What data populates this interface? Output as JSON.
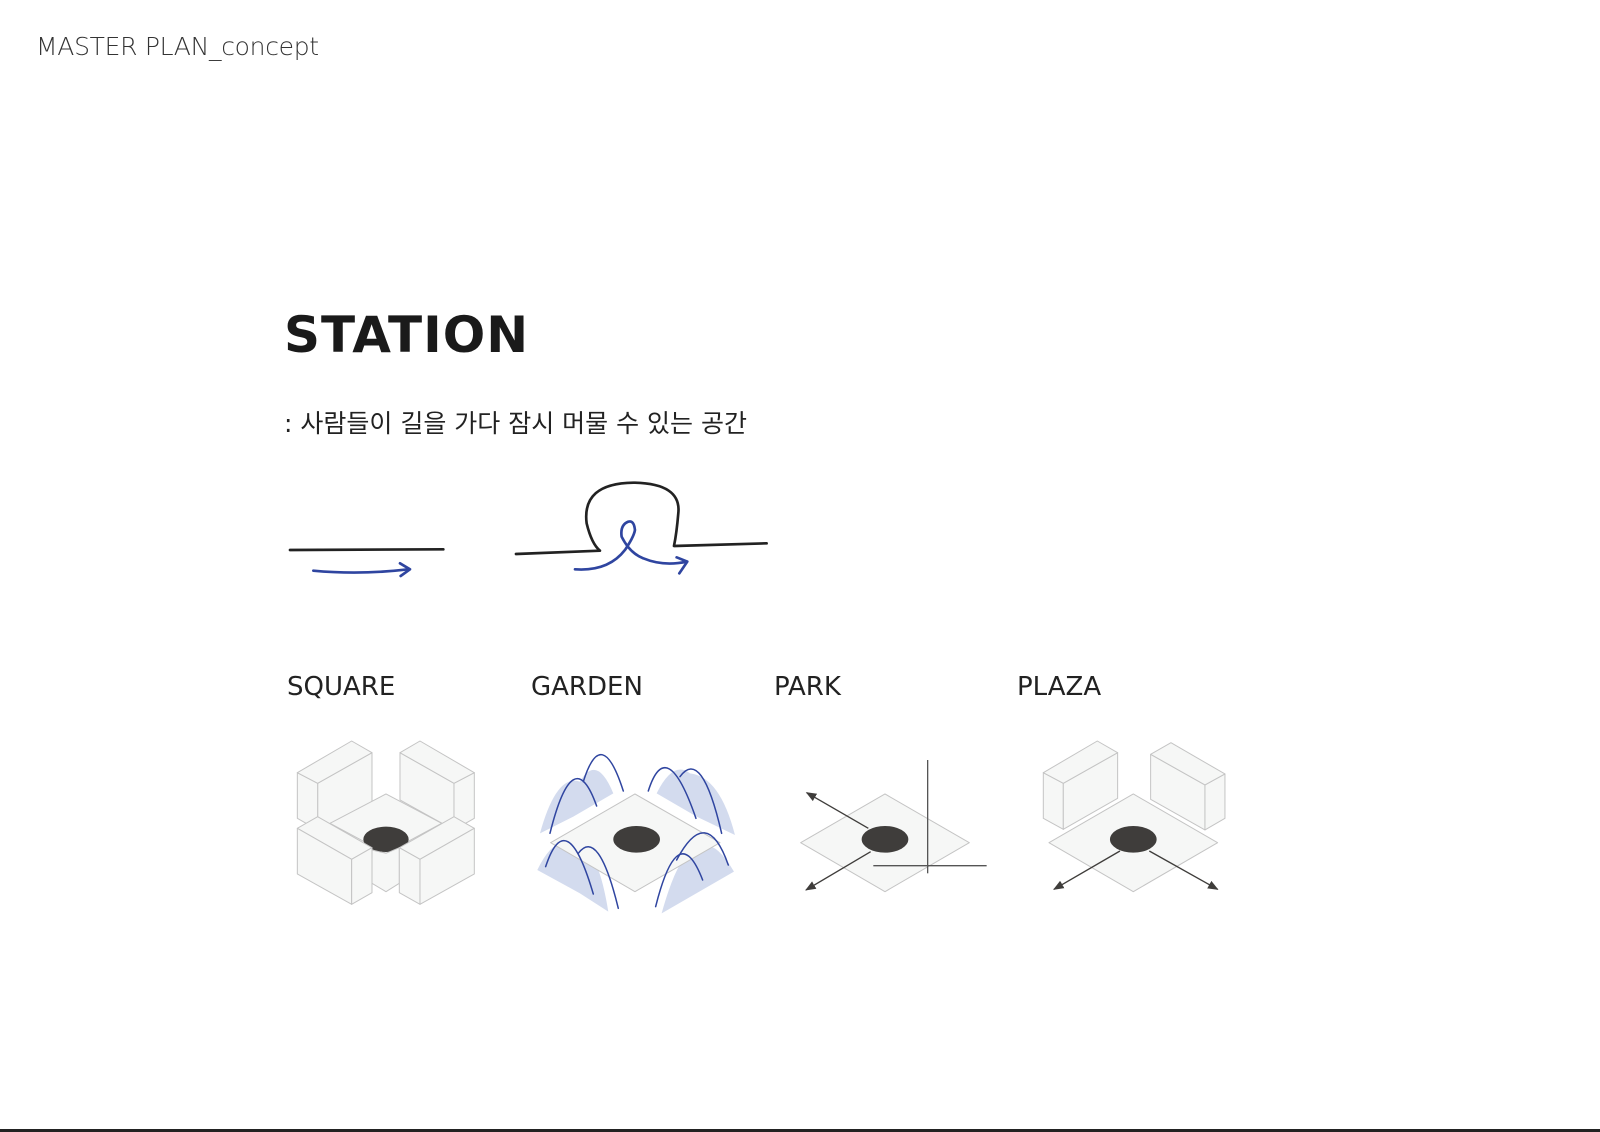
{
  "header": {
    "title": "MASTER PLAN_concept"
  },
  "section": {
    "title": "STATION",
    "subtitle": ": 사람들이 길을 가다 잠시 머물 수 있는 공간"
  },
  "types": [
    {
      "label": "SQUARE"
    },
    {
      "label": "GARDEN"
    },
    {
      "label": "PARK"
    },
    {
      "label": "PLAZA"
    }
  ],
  "colors": {
    "accent_blue": "#2f45a0",
    "shade_blue": "#d3dbee",
    "dark": "#3f3d3b",
    "outline": "#c4c4c4",
    "fill": "#f6f7f6"
  }
}
